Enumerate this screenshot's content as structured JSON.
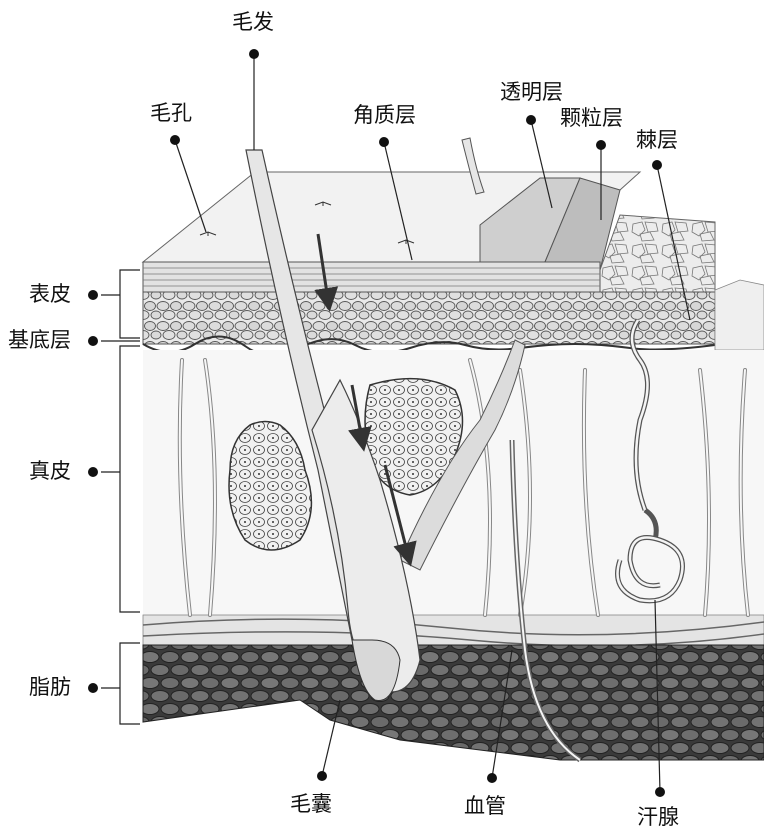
{
  "labels": {
    "hair": "毛发",
    "pore": "毛孔",
    "stratum_corneum": "角质层",
    "stratum_lucidum": "透明层",
    "stratum_granulosum": "颗粒层",
    "stratum_spinosum": "棘层",
    "epidermis": "表皮",
    "basal_layer": "基底层",
    "dermis": "真皮",
    "fat": "脂肪",
    "hair_follicle": "毛囊",
    "blood_vessel": "血管",
    "sweat_gland": "汗腺"
  }
}
